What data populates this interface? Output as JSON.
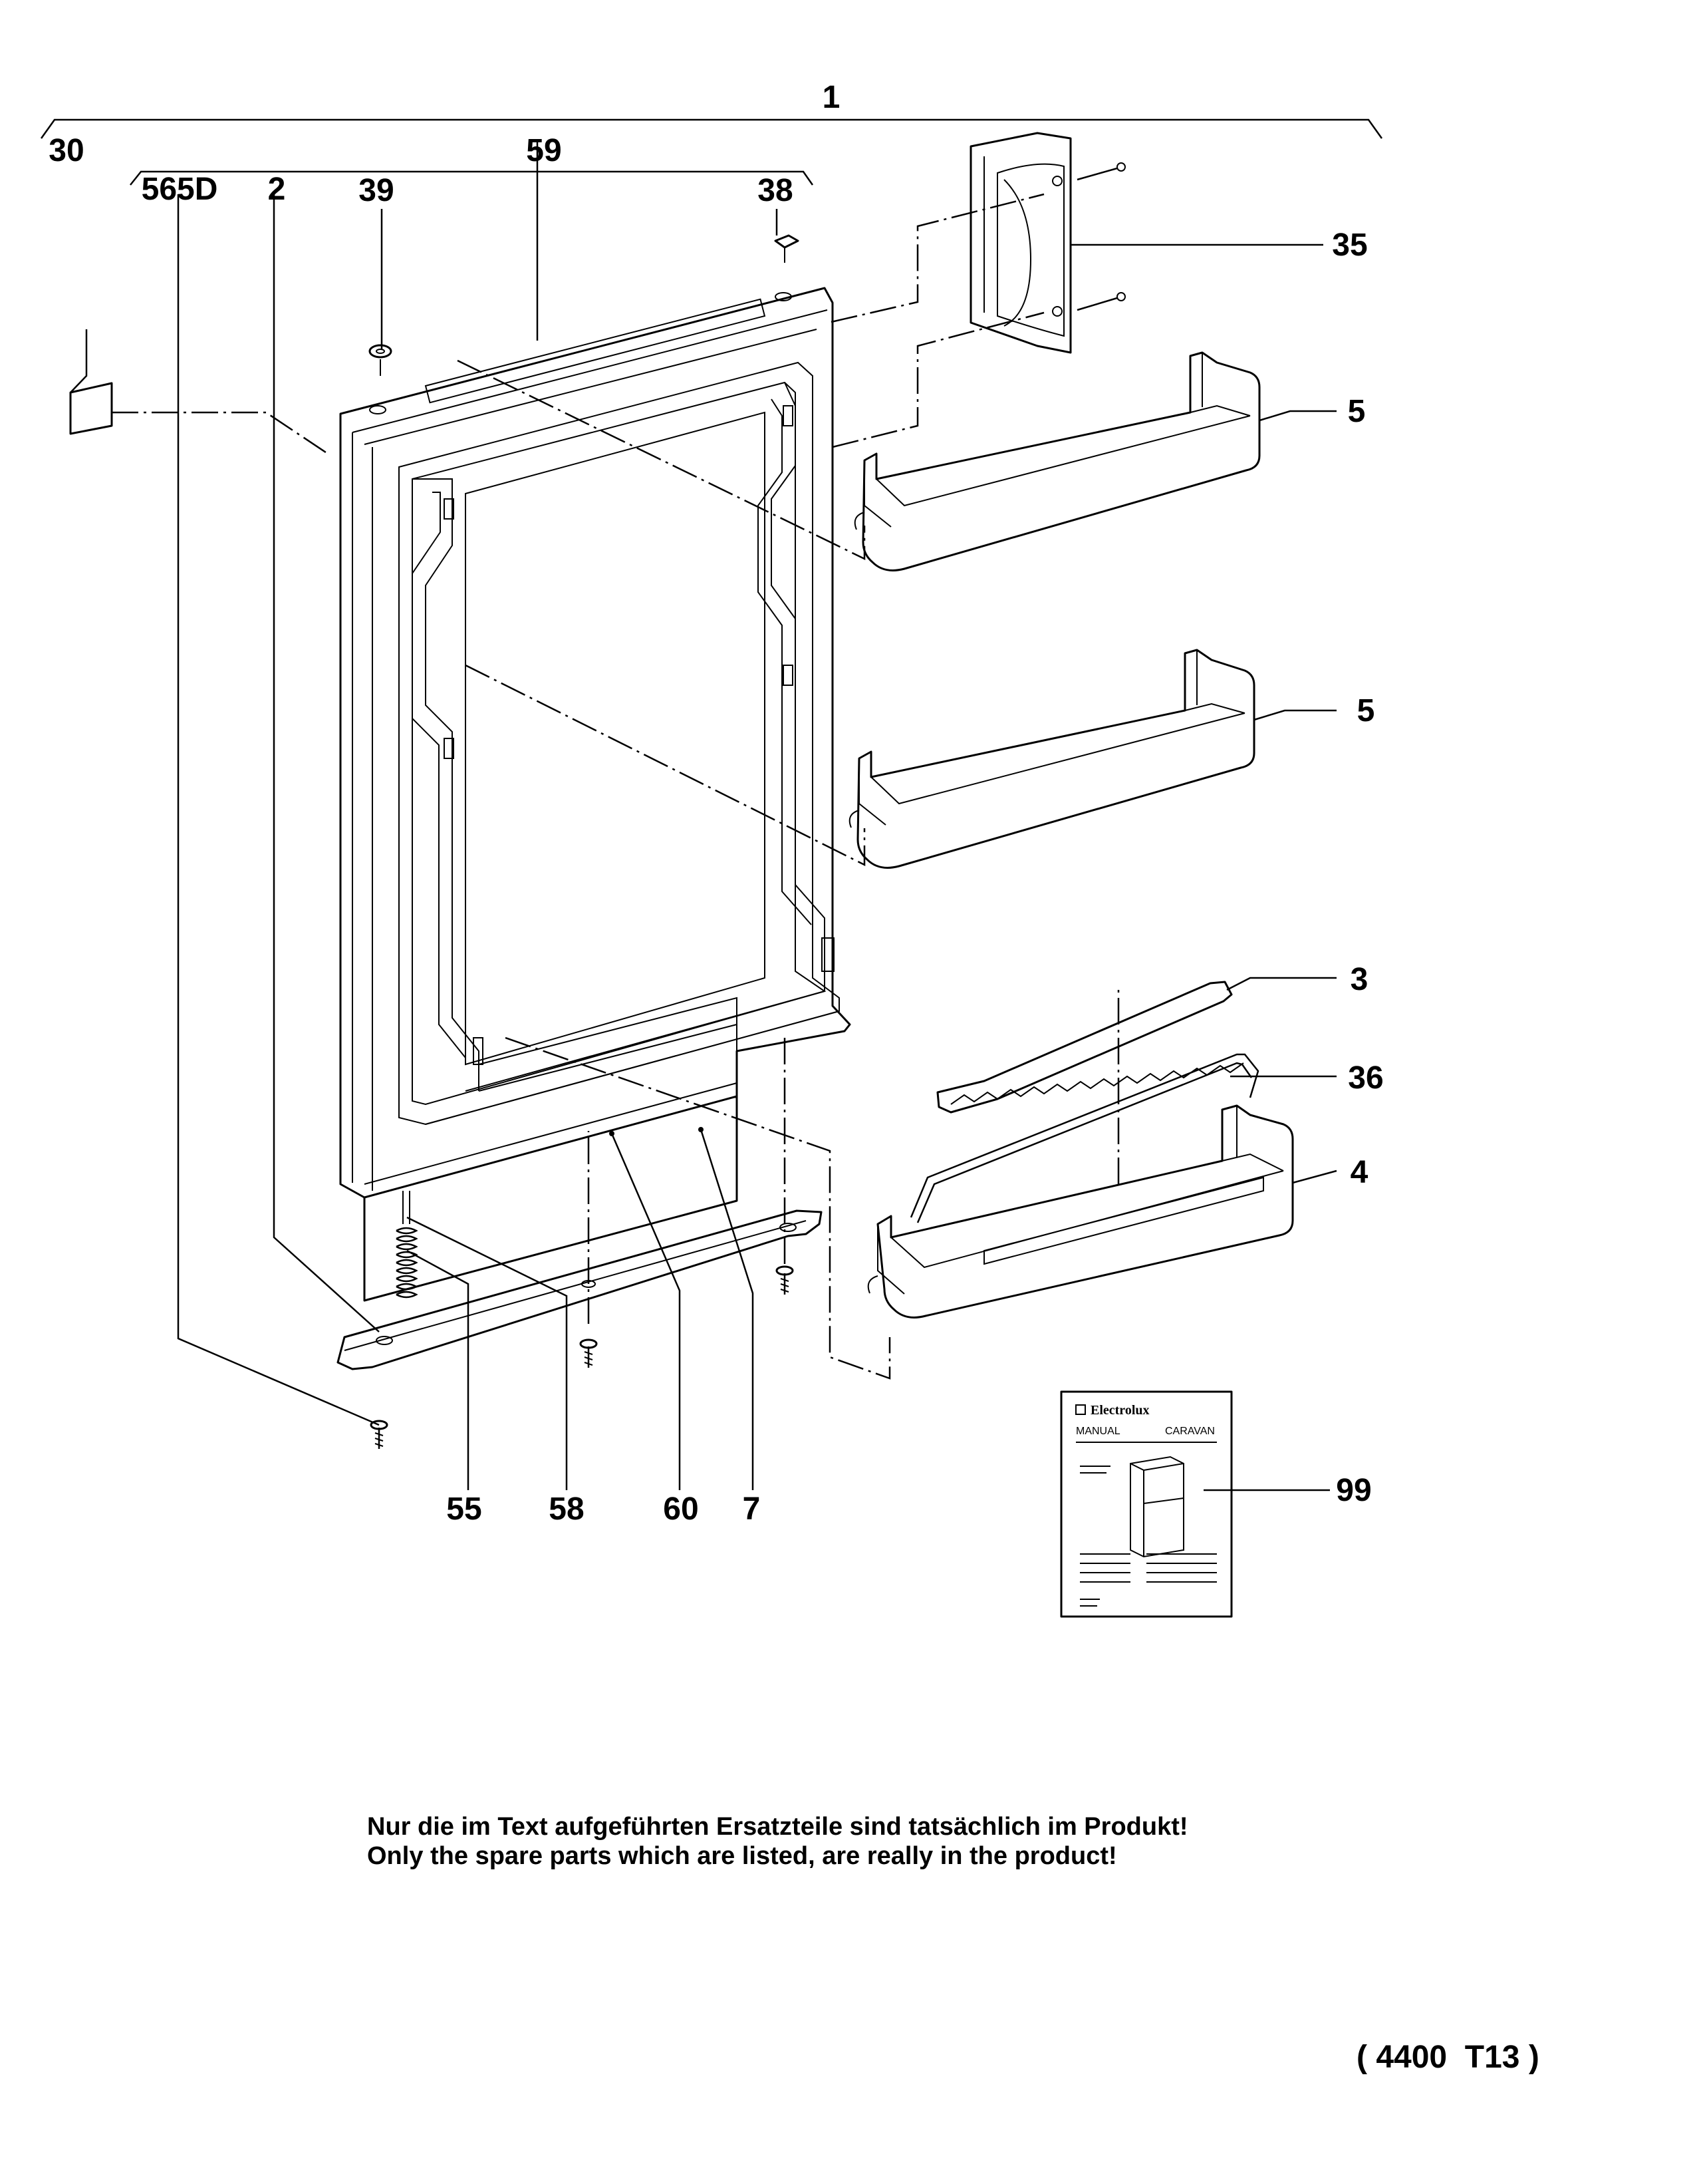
{
  "labels": {
    "l1": "1",
    "l30": "30",
    "l59": "59",
    "l565d": "565D",
    "l2": "2",
    "l39": "39",
    "l38": "38",
    "l35": "35",
    "l5a": "5",
    "l5b": "5",
    "l3": "3",
    "l36": "36",
    "l4": "4",
    "l99": "99",
    "l55": "55",
    "l58": "58",
    "l60": "60",
    "l7": "7"
  },
  "manual": {
    "brand": "Electrolux",
    "title_left": "MANUAL",
    "title_right": "CARAVAN"
  },
  "notes": {
    "de": "Nur die im Text aufgeführten Ersatzteile sind tatsächlich im Produkt!",
    "en": "Only the spare parts which are listed, are really in the product!"
  },
  "drawing_code": "( 4400  T13 )"
}
